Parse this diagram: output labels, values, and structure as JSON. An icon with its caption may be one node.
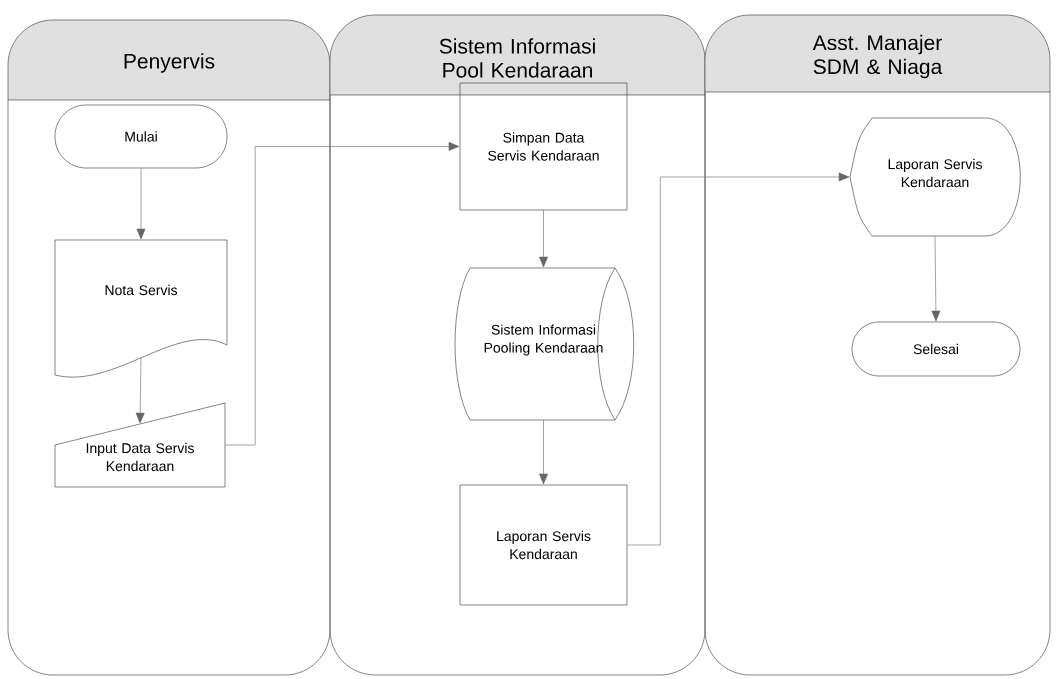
{
  "diagram": {
    "nodes": [
      {
        "text": [
          "Penyervis"
        ]
      },
      {
        "text": [
          "Sistem Informasi Pool Kendaraan"
        ]
      },
      {
        "text": [
          "Asst. Manajer SDM & Niaga"
        ]
      },
      {
        "text": [
          "Mulai"
        ],
        "in": 0
      },
      {
        "text": [
          "Nota Servis"
        ],
        "in": 0
      },
      {
        "text": [
          "Input Data Servis Kendaraan"
        ],
        "in": 0
      },
      {
        "text": [
          "Simpan Data Servis Kendaraan"
        ],
        "in": 1
      },
      {
        "text": [
          "Sistem Informasi Pooling Kendaraan"
        ],
        "in": 1
      },
      {
        "text": [
          "Laporan Servis Kendaraan"
        ],
        "in": 1
      },
      {
        "text": [
          "Laporan Servis Kendaraan"
        ],
        "in": 2
      },
      {
        "text": [
          "Selesai"
        ],
        "in": 2
      }
    ],
    "edges": [
      {
        "from": 3,
        "to": 4,
        "arrow": "to"
      },
      {
        "from": 4,
        "to": 5,
        "arrow": "to"
      },
      {
        "from": 5,
        "to": 6,
        "arrow": "to"
      },
      {
        "from": 6,
        "to": 7,
        "arrow": "to"
      },
      {
        "from": 7,
        "to": 8,
        "arrow": "to"
      },
      {
        "from": 8,
        "to": 9,
        "arrow": "to"
      },
      {
        "from": 9,
        "to": 10,
        "arrow": "to"
      }
    ]
  }
}
